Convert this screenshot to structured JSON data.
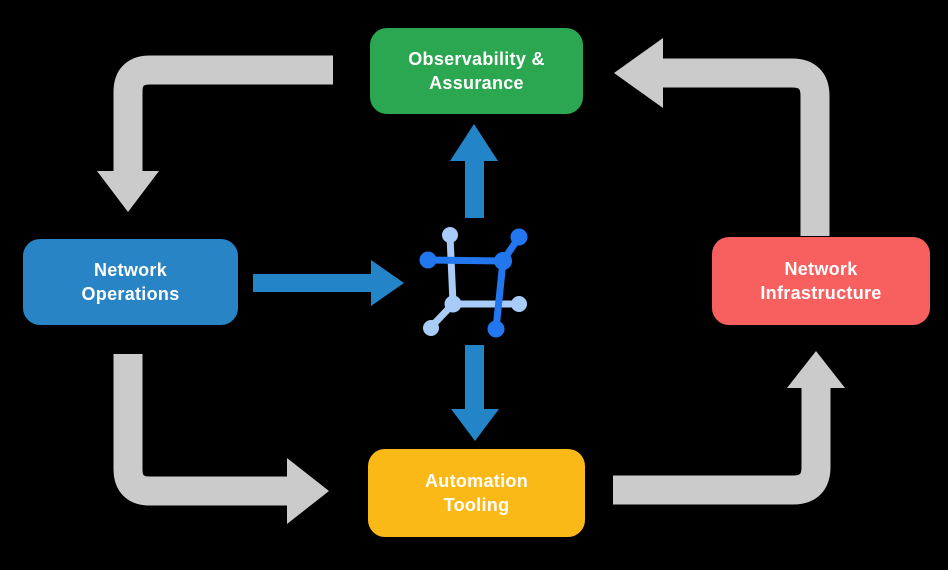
{
  "diagram": {
    "type": "cycle-flow-diagram",
    "nodes": [
      {
        "id": "observability-assurance",
        "line1": "Observability &",
        "line2": "Assurance",
        "color": "#2aa750",
        "position": "top"
      },
      {
        "id": "network-operations",
        "line1": "Network",
        "line2": "Operations",
        "color": "#2884c5",
        "position": "left"
      },
      {
        "id": "network-infrastructure",
        "line1": "Network",
        "line2": "Infrastructure",
        "color": "#f86060",
        "position": "right"
      },
      {
        "id": "automation-tooling",
        "line1": "Automation",
        "line2": "Tooling",
        "color": "#fbb917",
        "position": "bottom"
      }
    ],
    "center_icon": {
      "name": "network-fabric-icon",
      "color_dark": "#2277ee",
      "color_light": "#a9cbf7"
    },
    "flows": [
      {
        "from": "observability-assurance",
        "to": "network-operations",
        "style": "gray-elbow"
      },
      {
        "from": "network-operations",
        "to": "automation-tooling",
        "style": "gray-elbow"
      },
      {
        "from": "automation-tooling",
        "to": "network-infrastructure",
        "style": "gray-elbow"
      },
      {
        "from": "network-infrastructure",
        "to": "observability-assurance",
        "style": "gray-elbow"
      },
      {
        "from": "network-operations",
        "to": "center-icon",
        "style": "blue-straight"
      },
      {
        "from": "center-icon",
        "to": "observability-assurance",
        "style": "blue-straight"
      },
      {
        "from": "center-icon",
        "to": "automation-tooling",
        "style": "blue-straight"
      }
    ],
    "colors": {
      "arrow_gray": "#cbcbcb",
      "arrow_blue": "#2384c7",
      "text": "#ffffff",
      "background": "#000000"
    }
  }
}
